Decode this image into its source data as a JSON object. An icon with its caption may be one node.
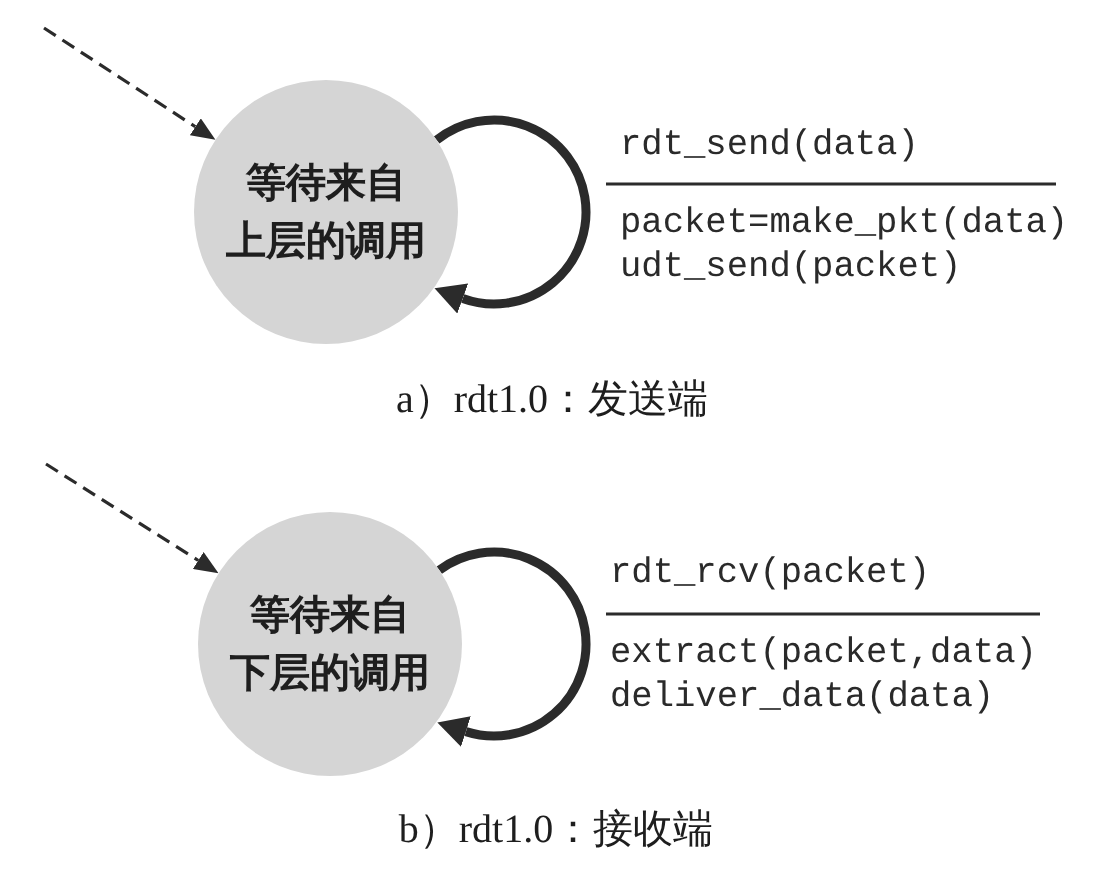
{
  "diagram": {
    "nodes": [
      {
        "text": [
          "等待来自上层的调用"
        ]
      },
      {
        "text": [
          "等待来自下层的调用"
        ]
      }
    ],
    "edges": [
      {
        "from": null,
        "to": 0,
        "arrow": "to",
        "style": "dashed"
      },
      {
        "from": 0,
        "to": 0,
        "arrow": "to",
        "label": "rdt_send(data)",
        "style": "thick"
      },
      {
        "from": null,
        "to": 1,
        "arrow": "to",
        "style": "dashed"
      },
      {
        "from": 1,
        "to": 1,
        "arrow": "to",
        "label": "rdt_rcv(packet)",
        "style": "thick"
      }
    ],
    "labels": [
      "packet=make_pkt(data) udt_send(packet)",
      "a）rdt1.0：发送端",
      "extract(packet,data) deliver_data(data)",
      "b）rdt1.0：接收端"
    ]
  }
}
